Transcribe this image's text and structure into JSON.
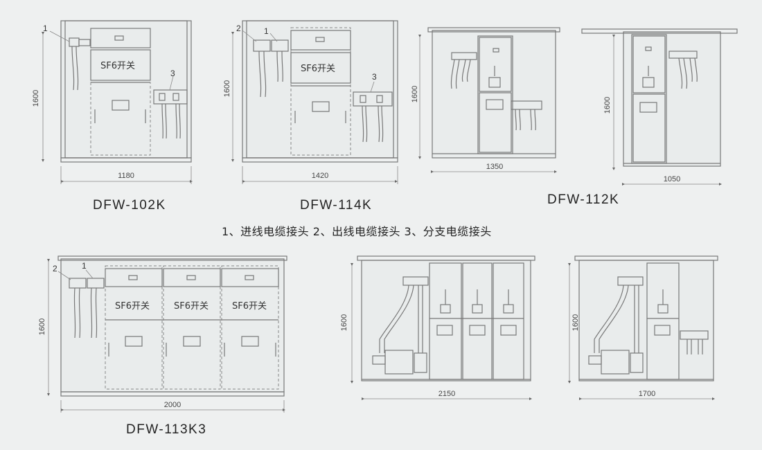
{
  "models": {
    "m102k": {
      "name": "DFW-102K",
      "width": "1180",
      "height": "1600",
      "sf6": "SF6开关"
    },
    "m114k": {
      "name": "DFW-114K",
      "width": "1420",
      "height": "1600",
      "sf6": "SF6开关"
    },
    "m112k": {
      "name": "DFW-112K",
      "width": "1350",
      "width2": "1050",
      "height": "1600",
      "height2": "1600"
    },
    "m113k3": {
      "name": "DFW-113K3",
      "width": "2000",
      "height": "1600",
      "sf6": "SF6开关"
    },
    "m2150": {
      "width": "2150",
      "height": "1600"
    },
    "m1700": {
      "width": "1700",
      "height": "1600"
    }
  },
  "callouts": {
    "n1": "1",
    "n2": "2",
    "n3": "3"
  },
  "legend": "1、进线电缆接头   2、出线电缆接头   3、分支电缆接头"
}
